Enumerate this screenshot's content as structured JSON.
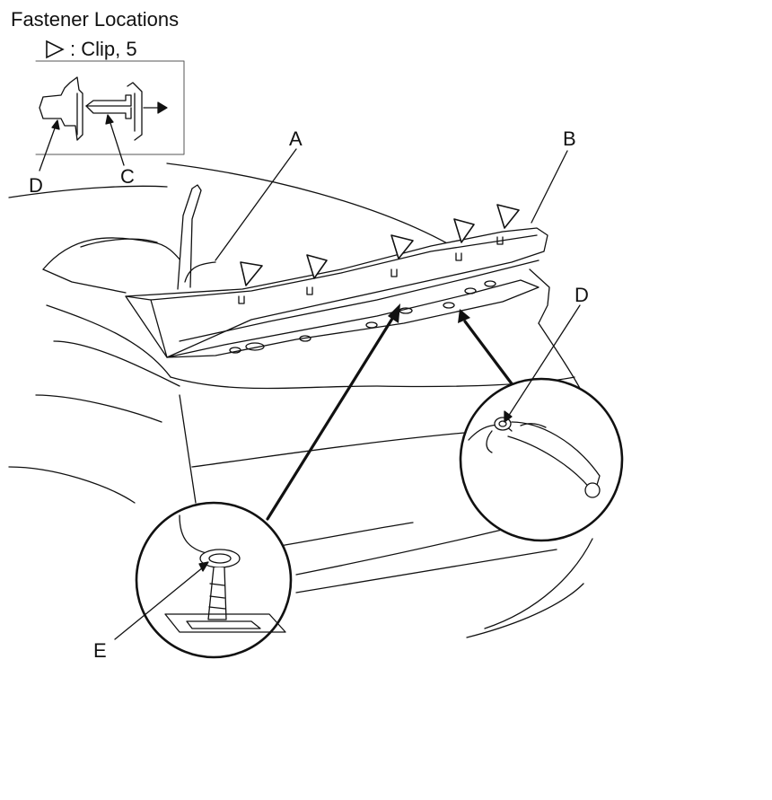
{
  "title": "Fastener Locations",
  "legend": {
    "symbol": "clip-triangle-icon",
    "text": ": Clip, 5"
  },
  "labels": {
    "a": "A",
    "b": "B",
    "c": "C",
    "d_inset": "D",
    "d_detail": "D",
    "e": "E"
  },
  "colors": {
    "line": "#111111",
    "background": "#ffffff"
  }
}
